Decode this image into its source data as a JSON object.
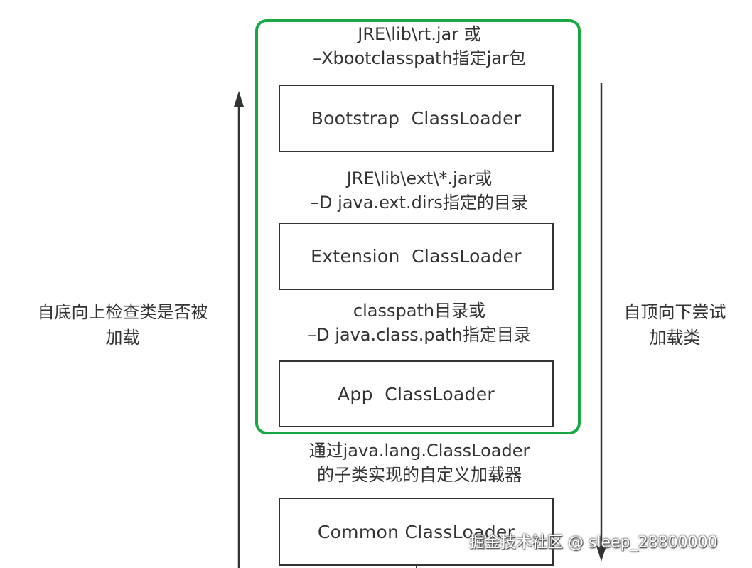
{
  "loaders": {
    "bootstrap": "Bootstrap  ClassLoader",
    "extension": "Extension  ClassLoader",
    "app": "App  ClassLoader",
    "common": "Common ClassLoader"
  },
  "descriptions": {
    "bootstrap_line1": "JRE\\lib\\rt.jar 或",
    "bootstrap_line2": "–Xbootclasspath指定jar包",
    "extension_line1": "JRE\\lib\\ext\\*.jar或",
    "extension_line2": "–D java.ext.dirs指定的目录",
    "app_line1": "classpath目录或",
    "app_line2": "–D java.class.path指定目录",
    "common_line1": "通过java.lang.ClassLoader",
    "common_line2": "的子类实现的自定义加载器"
  },
  "left_label": {
    "line1": "自底向上检查类是否被",
    "line2": "加载"
  },
  "right_label": {
    "line1": "自顶向下尝试",
    "line2": "加载类"
  },
  "watermark": "掘金技术社区 @ sleep_28800000",
  "colors": {
    "frame": "#18a844",
    "line": "#333333",
    "text": "#333333"
  }
}
